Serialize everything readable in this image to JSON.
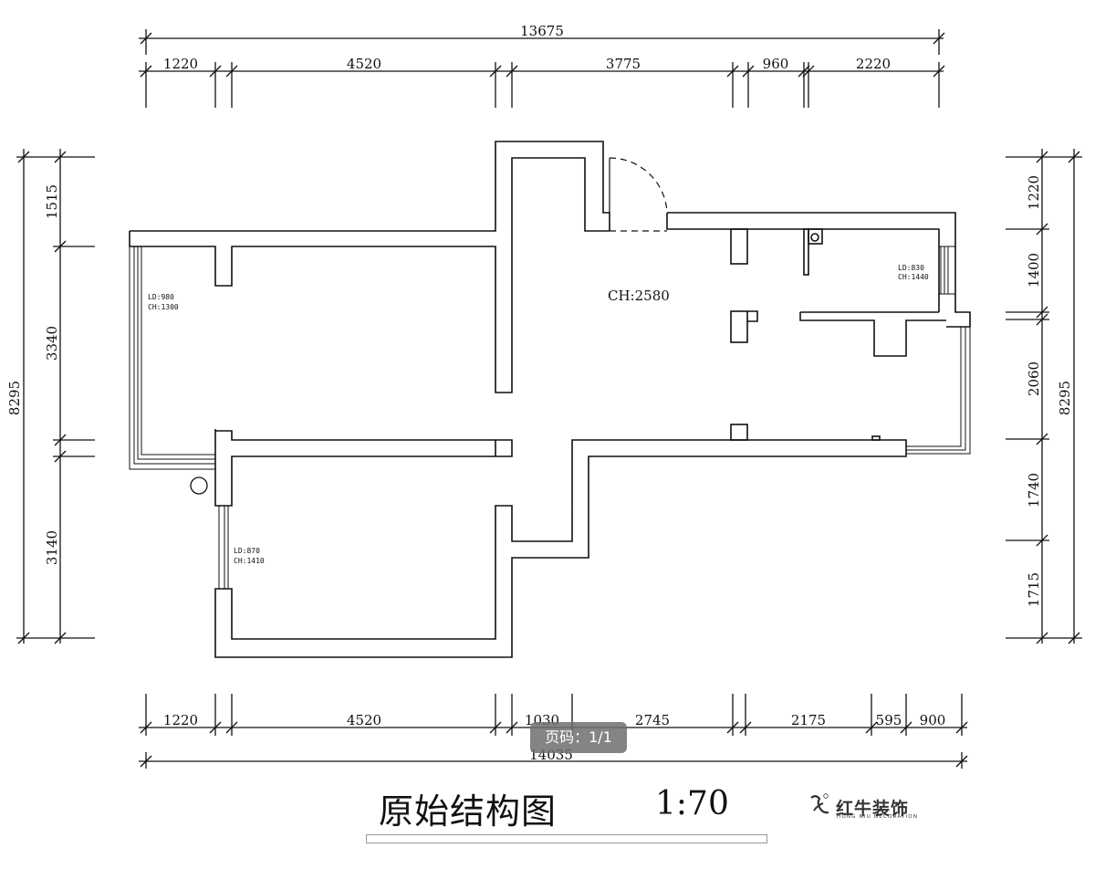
{
  "plan": {
    "top_dims": {
      "total": "13675",
      "segments": [
        "1220",
        "4520",
        "3775",
        "960",
        "2220"
      ]
    },
    "bottom_dims": {
      "total": "14035",
      "segments": [
        "1220",
        "4520",
        "1030",
        "2745",
        "2175",
        "595",
        "900"
      ]
    },
    "left_dims": {
      "total": "8295",
      "segments": [
        "1515",
        "3340",
        "3140"
      ]
    },
    "right_dims": {
      "total": "8295",
      "segments": [
        "1220",
        "1400",
        "2060",
        "1740",
        "1715"
      ]
    },
    "ceiling_height": "CH:2580",
    "window_notes": {
      "left_room": [
        "LD:980",
        "CH:1300"
      ],
      "lower_room": [
        "LD:870",
        "CH:1410"
      ],
      "right_room": [
        "LD:830",
        "CH:1440"
      ]
    }
  },
  "title": "原始结构图",
  "scale": "1:70",
  "brand": {
    "name": "红牛装饰",
    "subtitle": "HONG NIU DECORATION"
  },
  "page_indicator": "页码：1/1",
  "colors": {
    "line": "#111111",
    "badge": "#6e6e6e"
  }
}
